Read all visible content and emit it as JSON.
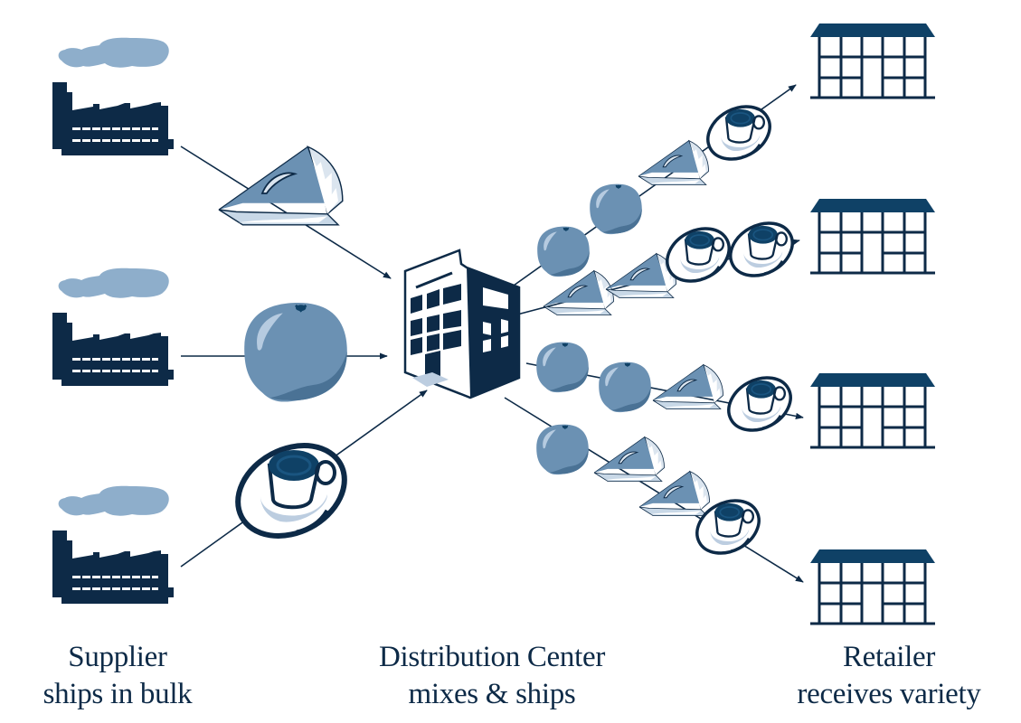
{
  "title": "Cross-docking distribution flow",
  "colors": {
    "navy": "#0d2a47",
    "dark_blue": "#0f4166",
    "mid_blue": "#6b91b3",
    "shade_blue": "#4a7295",
    "light_blue": "#bccde0",
    "smoke": "#8eaecb"
  },
  "labels": {
    "supplier": {
      "line1": "Supplier",
      "line2": "ships in bulk"
    },
    "distribution_center": {
      "line1": "Distribution Center",
      "line2": "mixes & ships"
    },
    "retailer": {
      "line1": "Retailer",
      "line2": "receives variety"
    }
  },
  "suppliers": [
    {
      "id": "supplier-1",
      "ships": "cheese"
    },
    {
      "id": "supplier-2",
      "ships": "orange"
    },
    {
      "id": "supplier-3",
      "ships": "coffee"
    }
  ],
  "routes": [
    {
      "to": "retailer-1",
      "items": [
        "orange",
        "orange",
        "cheese",
        "coffee"
      ]
    },
    {
      "to": "retailer-2",
      "items": [
        "cheese",
        "cheese",
        "coffee",
        "coffee"
      ]
    },
    {
      "to": "retailer-3",
      "items": [
        "orange",
        "orange",
        "cheese",
        "coffee"
      ]
    },
    {
      "to": "retailer-4",
      "items": [
        "orange",
        "cheese",
        "cheese",
        "coffee"
      ]
    }
  ]
}
